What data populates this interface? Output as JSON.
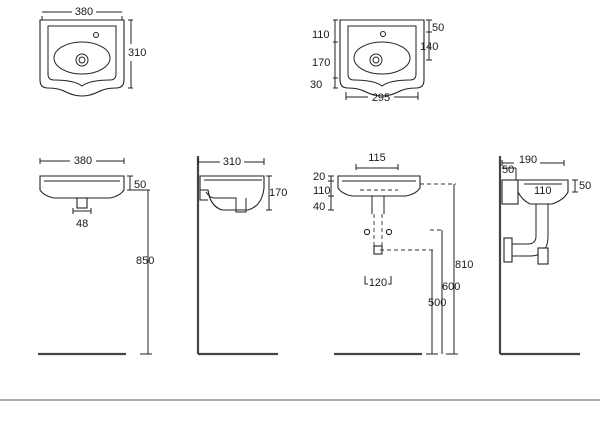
{
  "views": {
    "top_view_1": {
      "width": "380",
      "depth": "310"
    },
    "top_view_2": {
      "back": "110",
      "front": "170",
      "lip": "30",
      "tap_offset": "50",
      "tap_depth": "140",
      "base_width": "295"
    },
    "front_view_1": {
      "width": "380",
      "rim": "50",
      "outlet": "48",
      "height_floor": "850"
    },
    "side_view_1": {
      "depth": "310",
      "height": "170"
    },
    "front_view_2": {
      "width_top": "115",
      "rim": "20",
      "body": "110",
      "lower": "40",
      "fixing_spacing": "120",
      "floor_500": "500",
      "floor_600": "600",
      "floor_810": "810"
    },
    "side_view_2": {
      "depth": "190",
      "wall": "50",
      "body": "110",
      "rim": "50"
    }
  }
}
